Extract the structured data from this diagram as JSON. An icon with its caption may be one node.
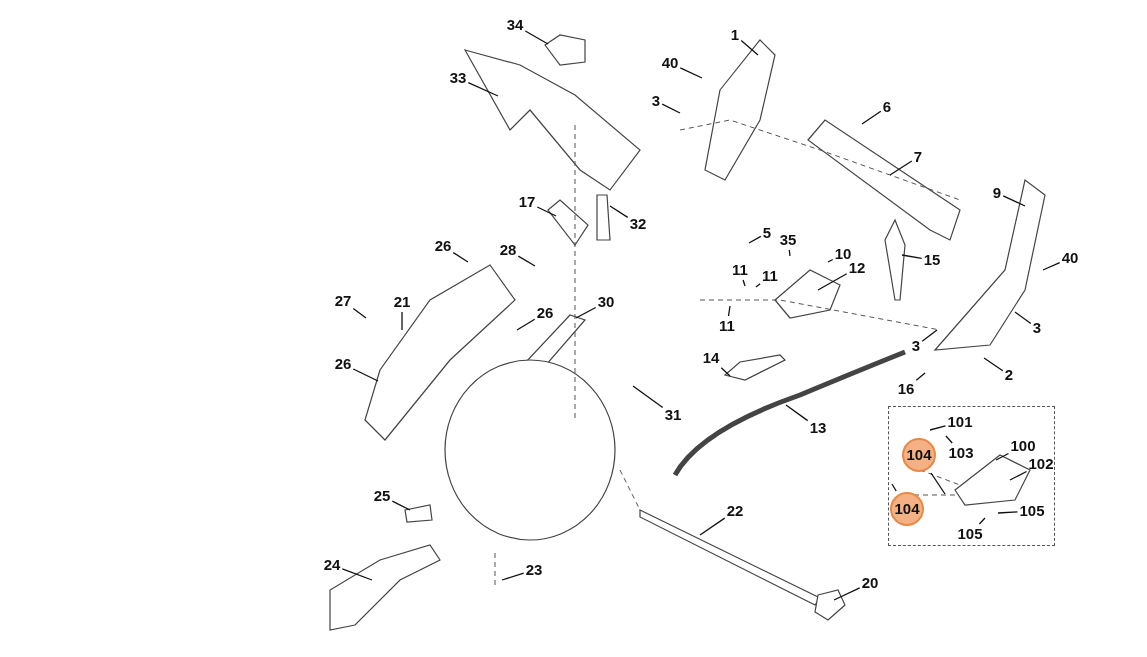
{
  "diagram": {
    "nodes": [
      {
        "text": [
          "34"
        ]
      },
      {
        "text": [
          "1"
        ]
      },
      {
        "text": [
          "40"
        ]
      },
      {
        "text": [
          "33"
        ]
      },
      {
        "text": [
          "3"
        ]
      },
      {
        "text": [
          "6"
        ]
      },
      {
        "text": [
          "7"
        ]
      },
      {
        "text": [
          "9"
        ]
      },
      {
        "text": [
          "17"
        ]
      },
      {
        "text": [
          "32"
        ]
      },
      {
        "text": [
          "5"
        ]
      },
      {
        "text": [
          "35"
        ]
      },
      {
        "text": [
          "10"
        ]
      },
      {
        "text": [
          "40"
        ]
      },
      {
        "text": [
          "26"
        ]
      },
      {
        "text": [
          "28"
        ]
      },
      {
        "text": [
          "15"
        ]
      },
      {
        "text": [
          "12"
        ]
      },
      {
        "text": [
          "11"
        ]
      },
      {
        "text": [
          "11"
        ]
      },
      {
        "text": [
          "27"
        ]
      },
      {
        "text": [
          "21"
        ]
      },
      {
        "text": [
          "30"
        ]
      },
      {
        "text": [
          "26"
        ]
      },
      {
        "text": [
          "11"
        ]
      },
      {
        "text": [
          "3"
        ]
      },
      {
        "text": [
          "3"
        ]
      },
      {
        "text": [
          "26"
        ]
      },
      {
        "text": [
          "14"
        ]
      },
      {
        "text": [
          "2"
        ]
      },
      {
        "text": [
          "16"
        ]
      },
      {
        "text": [
          "31"
        ]
      },
      {
        "text": [],
        "shape": "box"
      },
      {
        "text": [
          "101"
        ],
        "in": 32
      },
      {
        "text": [
          "13"
        ]
      },
      {
        "text": [
          "100"
        ],
        "in": 32
      },
      {
        "text": [
          "104"
        ],
        "in": 32
      },
      {
        "text": [
          "103"
        ],
        "in": 32
      },
      {
        "text": [
          "102"
        ],
        "in": 32
      },
      {
        "text": [
          "25"
        ]
      },
      {
        "text": [
          "104"
        ],
        "in": 32
      },
      {
        "text": [
          "105"
        ],
        "in": 32
      },
      {
        "text": [
          "22"
        ]
      },
      {
        "text": [
          "105"
        ],
        "in": 32
      },
      {
        "text": [
          "24"
        ]
      },
      {
        "text": [
          "23"
        ]
      },
      {
        "text": [
          "20"
        ]
      }
    ],
    "edges": [
      {
        "from": 0,
        "to": null,
        "arrow": "none"
      },
      {
        "from": 1,
        "to": null,
        "arrow": "none"
      },
      {
        "from": 2,
        "to": null,
        "arrow": "none"
      },
      {
        "from": 3,
        "to": null,
        "arrow": "none"
      },
      {
        "from": 4,
        "to": null,
        "arrow": "none"
      },
      {
        "from": 5,
        "to": null,
        "arrow": "none"
      },
      {
        "from": 6,
        "to": null,
        "arrow": "none"
      },
      {
        "from": 7,
        "to": null,
        "arrow": "none"
      },
      {
        "from": 8,
        "to": null,
        "arrow": "none"
      },
      {
        "from": 9,
        "to": null,
        "arrow": "none"
      },
      {
        "from": 10,
        "to": null,
        "arrow": "none"
      },
      {
        "from": 11,
        "to": null,
        "arrow": "none"
      },
      {
        "from": 12,
        "to": null,
        "arrow": "none"
      },
      {
        "from": 13,
        "to": null,
        "arrow": "none"
      },
      {
        "from": 14,
        "to": null,
        "arrow": "none"
      },
      {
        "from": 15,
        "to": null,
        "arrow": "none"
      },
      {
        "from": 16,
        "to": null,
        "arrow": "none"
      },
      {
        "from": 17,
        "to": null,
        "arrow": "none"
      },
      {
        "from": 18,
        "to": null,
        "arrow": "none"
      },
      {
        "from": 19,
        "to": null,
        "arrow": "none"
      },
      {
        "from": 20,
        "to": null,
        "arrow": "none"
      },
      {
        "from": 21,
        "to": null,
        "arrow": "none"
      },
      {
        "from": 22,
        "to": null,
        "arrow": "none"
      },
      {
        "from": 23,
        "to": null,
        "arrow": "none"
      },
      {
        "from": 24,
        "to": null,
        "arrow": "none"
      },
      {
        "from": 25,
        "to": null,
        "arrow": "none"
      },
      {
        "from": 26,
        "to": null,
        "arrow": "none"
      },
      {
        "from": 27,
        "to": null,
        "arrow": "none"
      },
      {
        "from": 28,
        "to": null,
        "arrow": "none"
      },
      {
        "from": 29,
        "to": null,
        "arrow": "none"
      },
      {
        "from": 30,
        "to": null,
        "arrow": "none"
      },
      {
        "from": 31,
        "to": null,
        "arrow": "none"
      },
      {
        "from": 33,
        "to": null,
        "arrow": "none"
      },
      {
        "from": 34,
        "to": null,
        "arrow": "none"
      },
      {
        "from": 35,
        "to": null,
        "arrow": "none"
      },
      {
        "from": 36,
        "to": null,
        "arrow": "none"
      },
      {
        "from": 37,
        "to": null,
        "arrow": "none"
      },
      {
        "from": 38,
        "to": null,
        "arrow": "none"
      },
      {
        "from": 39,
        "to": null,
        "arrow": "none"
      },
      {
        "from": 40,
        "to": null,
        "arrow": "none"
      },
      {
        "from": 41,
        "to": null,
        "arrow": "none"
      },
      {
        "from": 42,
        "to": null,
        "arrow": "none"
      },
      {
        "from": 43,
        "to": null,
        "arrow": "none"
      },
      {
        "from": 44,
        "to": null,
        "arrow": "none"
      },
      {
        "from": 45,
        "to": null,
        "arrow": "none"
      },
      {
        "from": 46,
        "to": null,
        "arrow": "none"
      }
    ]
  }
}
